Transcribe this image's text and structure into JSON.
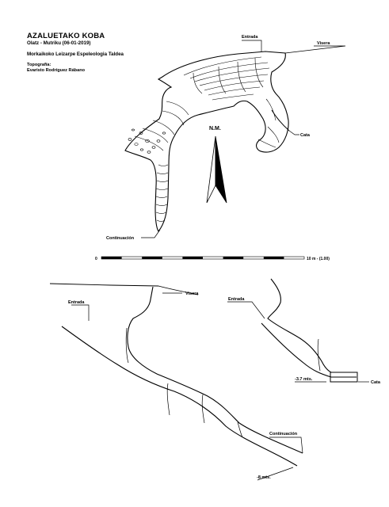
{
  "title": {
    "name": "AZALUETAKO KOBA",
    "location_date": "Olatz - Mutriku (06-01-2019)",
    "club": "Morkaikoko Leizarpe Espeleologia Taldea",
    "topography_label": "Topografía:",
    "author": "Evaristo Rodríguez Rábano"
  },
  "plan": {
    "labels": {
      "entrada": "Entrada",
      "visera": "Visera",
      "cata": "Cata",
      "continuacion": "Continuación"
    },
    "north_label": "N.M.",
    "scale": {
      "start": "0",
      "end": "10 m - (1.00)"
    }
  },
  "section": {
    "labels": {
      "visera": "Visera",
      "entrada_left": "Entrada",
      "entrada_right": "Entrada",
      "continuacion": "Continuación",
      "cata": "Cata",
      "depth_1": "-3.7 mts.",
      "depth_2": "-8 mts."
    }
  },
  "colors": {
    "ink": "#000000",
    "paper": "#ffffff"
  }
}
